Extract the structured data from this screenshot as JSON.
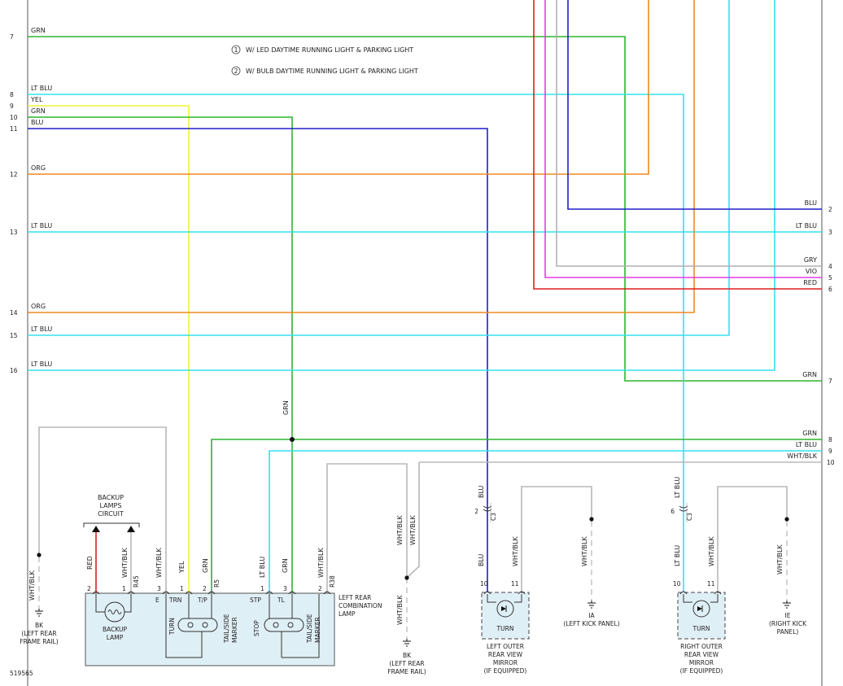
{
  "notes": {
    "note1_marker": "1",
    "note1": "W/ LED DAYTIME RUNNING LIGHT & PARKING LIGHT",
    "note2_marker": "2",
    "note2": "W/ BULB DAYTIME RUNNING LIGHT & PARKING LIGHT"
  },
  "colors": {
    "grn": "#2db52d",
    "ltblu": "#33e0f0",
    "yel": "#f2f23a",
    "blu": "#1f1fcc",
    "org": "#f08a1e",
    "red": "#e01e1e",
    "vio": "#e63ae6",
    "gry": "#b0b0b0",
    "wht": "#b8b8b8",
    "box": "#dfeff6"
  },
  "left_wires": [
    {
      "num": "7",
      "label": "GRN"
    },
    {
      "num": "8",
      "label": "LT BLU"
    },
    {
      "num": "9",
      "label": "YEL"
    },
    {
      "num": "10",
      "label": "GRN"
    },
    {
      "num": "11",
      "label": "BLU"
    },
    {
      "num": "12",
      "label": "ORG"
    },
    {
      "num": "13",
      "label": "LT BLU"
    },
    {
      "num": "14",
      "label": "ORG"
    },
    {
      "num": "15",
      "label": "LT BLU"
    },
    {
      "num": "16",
      "label": "LT BLU"
    }
  ],
  "right_wires": [
    {
      "num": "2",
      "label": "BLU"
    },
    {
      "num": "3",
      "label": "LT BLU"
    },
    {
      "num": "4",
      "label": "GRY"
    },
    {
      "num": "5",
      "label": "VIO"
    },
    {
      "num": "6",
      "label": "RED"
    },
    {
      "num": "7",
      "label": "GRN"
    },
    {
      "num": "8",
      "label": "GRN"
    },
    {
      "num": "9",
      "label": "LT BLU"
    },
    {
      "num": "10",
      "label": "WHT/BLK"
    }
  ],
  "vertical_labels": {
    "grn_splice": "GRN",
    "blu_top": "BLU",
    "blu_bottom": "BLU",
    "ltblu_top": "LT BLU",
    "ltblu_bottom": "LT BLU",
    "lamp_wht1": "WHT/BLK",
    "lamp_wht2": "WHT/BLK",
    "lamp_red": "RED",
    "lamp_wht3": "WHT/BLK",
    "lamp_yel": "YEL",
    "lamp_grn1": "GRN",
    "lamp_ltblu": "LT BLU",
    "lamp_grn2": "GRN",
    "lamp_wht4": "WHT/BLK",
    "mid_wht1": "WHT/BLK",
    "mid_wht2": "WHT/BLK",
    "mid_wht3": "WHT/BLK",
    "lm_wht1": "WHT/BLK",
    "lm_wht2": "WHT/BLK",
    "rm_wht1": "WHT/BLK",
    "rm_wht2": "WHT/BLK",
    "conn_c3": "C3",
    "conn_c3b": "C3"
  },
  "backup_circuit": [
    "BACKUP",
    "LAMPS",
    "CIRCUIT"
  ],
  "combo_lamp": {
    "title": [
      "LEFT REAR",
      "COMBINATION",
      "LAMP"
    ],
    "backup_lamp": [
      "BACKUP",
      "LAMP"
    ],
    "pins": [
      "2",
      "1",
      "3",
      "1",
      "2",
      "1",
      "3",
      "2"
    ],
    "pin_letters": [
      "E",
      "TRN",
      "T/P",
      "STP",
      "TL"
    ],
    "conn_codes": [
      "R45",
      "R5",
      "R38"
    ],
    "turn": "TURN",
    "tail_side_marker": [
      "TAIL/SIDE",
      "MARKER"
    ],
    "stop": "STOP",
    "tail_side_marker2": [
      "TAIL/SIDE",
      "MARKER"
    ]
  },
  "grounds": {
    "bk_left": [
      "BK",
      "(LEFT REAR",
      "FRAME RAIL)"
    ],
    "bk_mid": [
      "BK",
      "(LEFT REAR",
      "FRAME RAIL)"
    ],
    "ia": [
      "IA",
      "(LEFT KICK PANEL)"
    ],
    "ie": [
      "IE",
      "(RIGHT KICK",
      "PANEL)"
    ]
  },
  "left_mirror": {
    "pins": [
      "2",
      "10",
      "11"
    ],
    "turn": "TURN",
    "caption": [
      "LEFT OUTER",
      "REAR VIEW",
      "MIRROR",
      "(IF EQUIPPED)"
    ]
  },
  "right_mirror": {
    "pins": [
      "6",
      "10",
      "11"
    ],
    "turn": "TURN",
    "caption": [
      "RIGHT OUTER",
      "REAR VIEW",
      "MIRROR",
      "(IF EQUIPPED)"
    ]
  },
  "figure_id": "519565"
}
